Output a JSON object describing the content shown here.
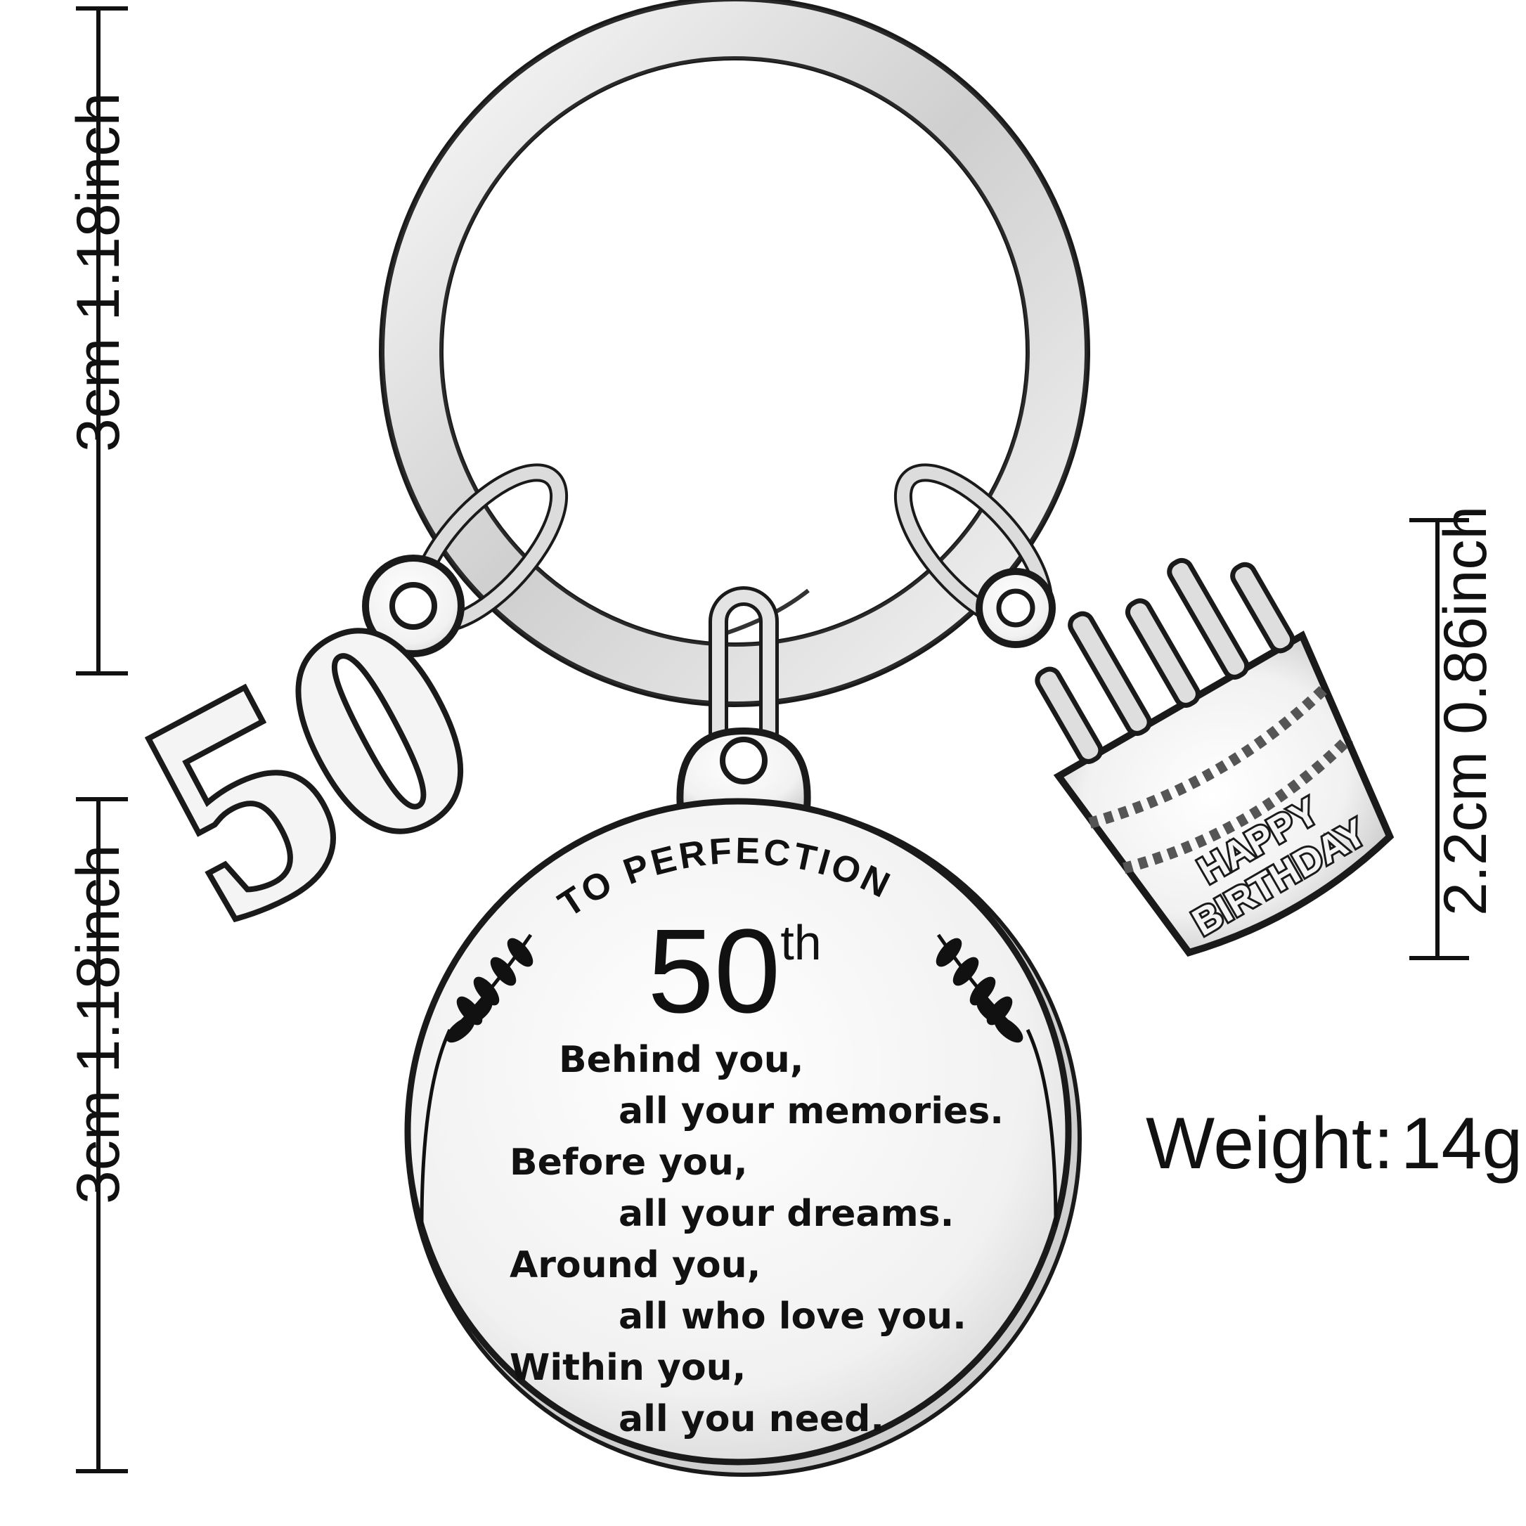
{
  "dimensions": {
    "ring": "3cm 1.18inch",
    "pendant": "3cm 1.18inch",
    "cake_charm": "2.2cm 0.86inch"
  },
  "weight": {
    "label": "Weight",
    "separator": ":",
    "value": "14g"
  },
  "pendant": {
    "arc_text": "TO PERFECTION",
    "number": "50",
    "suffix": "th",
    "poem": [
      "Behind you,",
      "all your memories.",
      "Before you,",
      "all your dreams.",
      "Around you,",
      "all who love you.",
      "Within you,",
      "all you need."
    ]
  },
  "number_charm": {
    "text": "50"
  },
  "cake_charm": {
    "line1": "HAPPY",
    "line2": "BIRTHDAY"
  },
  "colors": {
    "metal": "#e9e9e9",
    "outline": "#1a1a1a",
    "engraving": "#111111",
    "background": "#ffffff"
  }
}
